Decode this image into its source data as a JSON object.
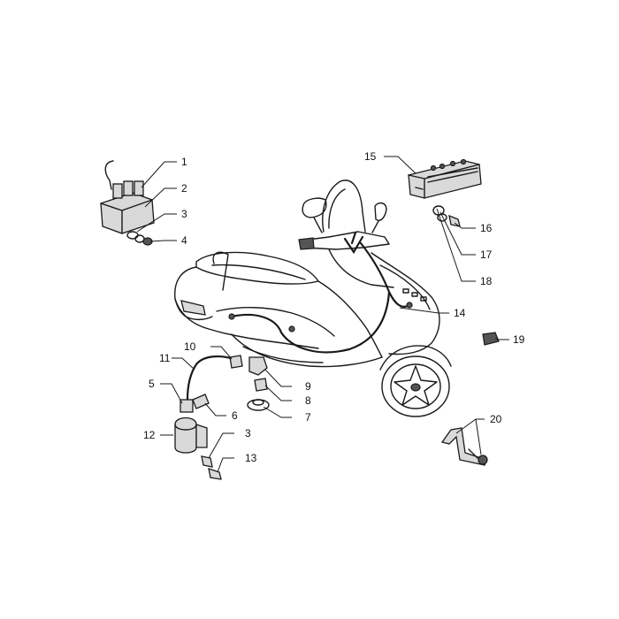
{
  "callouts": [
    {
      "id": "c1",
      "label": "1"
    },
    {
      "id": "c2",
      "label": "2"
    },
    {
      "id": "c3a",
      "label": "3"
    },
    {
      "id": "c4",
      "label": "4"
    },
    {
      "id": "c15",
      "label": "15"
    },
    {
      "id": "c16",
      "label": "16"
    },
    {
      "id": "c17",
      "label": "17"
    },
    {
      "id": "c18",
      "label": "18"
    },
    {
      "id": "c14",
      "label": "14"
    },
    {
      "id": "c19",
      "label": "19"
    },
    {
      "id": "c10",
      "label": "10"
    },
    {
      "id": "c11",
      "label": "11"
    },
    {
      "id": "c9",
      "label": "9"
    },
    {
      "id": "c8",
      "label": "8"
    },
    {
      "id": "c7",
      "label": "7"
    },
    {
      "id": "c5",
      "label": "5"
    },
    {
      "id": "c6",
      "label": "6"
    },
    {
      "id": "c12",
      "label": "12"
    },
    {
      "id": "c3b",
      "label": "3"
    },
    {
      "id": "c13",
      "label": "13"
    },
    {
      "id": "c20",
      "label": "20"
    }
  ]
}
